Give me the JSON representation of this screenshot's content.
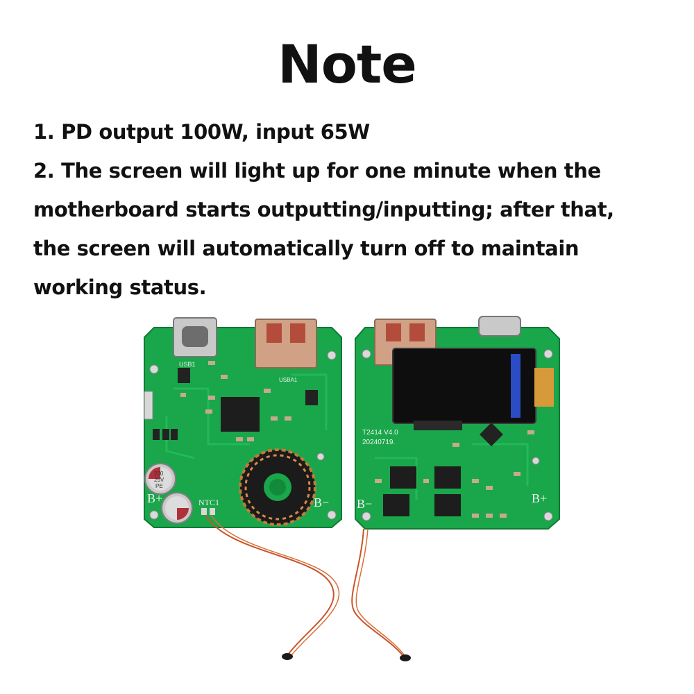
{
  "title": "Note",
  "notes": [
    "1. PD output 100W, input 65W",
    "2. The screen will light up for one minute when the",
    "motherboard starts outputting/inputting; after that,",
    "the screen will automatically turn off to maintain",
    "working status."
  ],
  "colors": {
    "pcb": "#1aa64a",
    "pcb_dark": "#138a3a",
    "copper": "#c8783a",
    "text": "#111111"
  },
  "left_board": {
    "labels": {
      "usb_c": "USB1",
      "usb_a": "USBA1",
      "cap_value": "220",
      "cap_voltage": "25V",
      "cap_type": "PE",
      "ntc": "NTC1",
      "b_plus": "B+",
      "b_minus": "B−"
    }
  },
  "right_board": {
    "labels": {
      "model": "T2414  V4.0",
      "date": "20240719.",
      "b_minus": "B−",
      "b_plus": "B+"
    }
  }
}
